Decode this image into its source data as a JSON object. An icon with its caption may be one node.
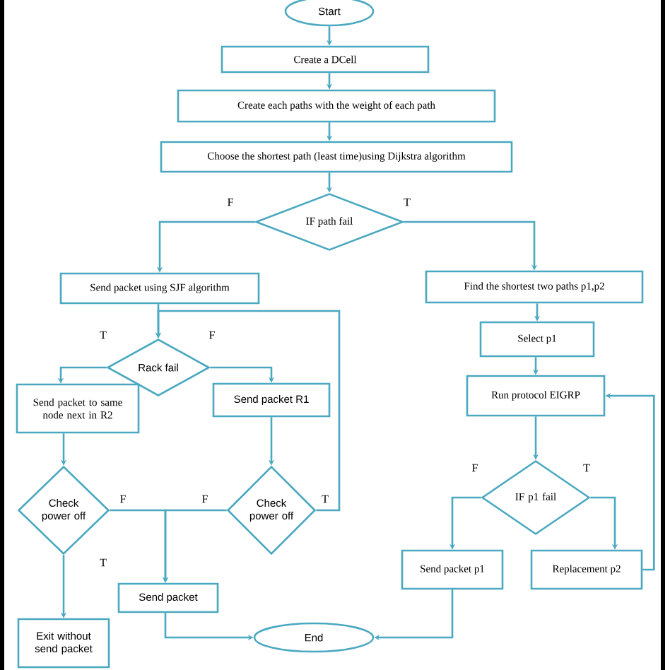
{
  "diagram": {
    "nodes": [
      {
        "text": [
          "Start"
        ]
      },
      {
        "text": [
          "Create a DCell"
        ]
      },
      {
        "text": [
          "Create each paths with the weight of each path"
        ]
      },
      {
        "text": [
          "Choose the shortest path (least time)using Dijkstra algorithm"
        ]
      },
      {
        "text": [
          "IF path fail"
        ]
      },
      {
        "text": [
          "Send packet using SJF algorithm"
        ]
      },
      {
        "text": [
          "Find the shortest  two paths p1,p2"
        ]
      },
      {
        "text": [
          "Select p1"
        ]
      },
      {
        "text": [
          "Rack fail"
        ]
      },
      {
        "text": [
          "Send packet to same node next in R2"
        ]
      },
      {
        "text": [
          "Send packet R1"
        ]
      },
      {
        "text": [
          "Run protocol EIGRP"
        ]
      },
      {
        "text": [
          "Check power off"
        ]
      },
      {
        "text": [
          "Check power off"
        ]
      },
      {
        "text": [
          "IF p1 fail"
        ]
      },
      {
        "text": [
          "Send packet"
        ]
      },
      {
        "text": [
          "Send packet p1"
        ]
      },
      {
        "text": [
          "Replacement p2"
        ]
      },
      {
        "text": [
          "Exit without send packet"
        ]
      },
      {
        "text": [
          "End"
        ]
      }
    ],
    "edges": [
      {
        "from": 0,
        "to": 1,
        "arrow": "to"
      },
      {
        "from": 1,
        "to": 2,
        "arrow": "to"
      },
      {
        "from": 2,
        "to": 3,
        "arrow": "to"
      },
      {
        "from": 3,
        "to": 4,
        "arrow": "to"
      },
      {
        "from": 4,
        "to": 5,
        "arrow": "to",
        "label": "F"
      },
      {
        "from": 4,
        "to": 6,
        "arrow": "to",
        "label": "T"
      },
      {
        "from": 5,
        "to": 8,
        "arrow": "to"
      },
      {
        "from": 8,
        "to": 9,
        "arrow": "to",
        "label": "T"
      },
      {
        "from": 8,
        "to": 10,
        "arrow": "to",
        "label": "F"
      },
      {
        "from": 9,
        "to": 12,
        "arrow": "to"
      },
      {
        "from": 10,
        "to": 13,
        "arrow": "to"
      },
      {
        "from": 12,
        "to": 15,
        "arrow": "to",
        "label": "F"
      },
      {
        "from": 13,
        "to": 15,
        "arrow": "to",
        "label": "F"
      },
      {
        "from": 13,
        "to": 8,
        "arrow": "to",
        "label": "T"
      },
      {
        "from": 12,
        "to": 18,
        "arrow": "to",
        "label": "T"
      },
      {
        "from": 15,
        "to": 19,
        "arrow": "to"
      },
      {
        "from": 6,
        "to": 7,
        "arrow": "to"
      },
      {
        "from": 7,
        "to": 11,
        "arrow": "to"
      },
      {
        "from": 11,
        "to": 14,
        "arrow": "to"
      },
      {
        "from": 14,
        "to": 16,
        "arrow": "to",
        "label": "F"
      },
      {
        "from": 14,
        "to": 17,
        "arrow": "to",
        "label": "T"
      },
      {
        "from": 17,
        "to": 11,
        "arrow": "to"
      },
      {
        "from": 16,
        "to": 19,
        "arrow": "to"
      }
    ]
  }
}
